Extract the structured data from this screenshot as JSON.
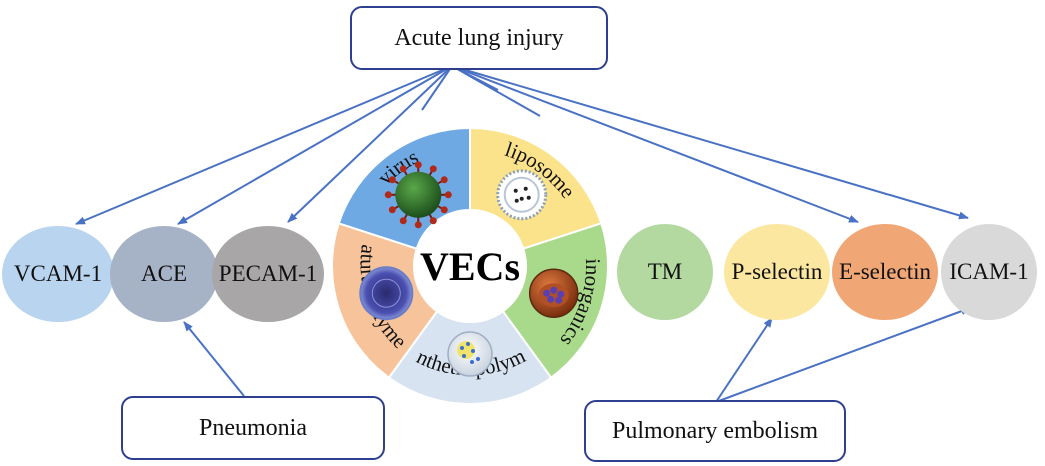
{
  "title_box": {
    "label": "Acute lung injury"
  },
  "bottom_left_box": {
    "label": "Pneumonia"
  },
  "bottom_right_box": {
    "label": "Pulmonary embolism"
  },
  "left_markers": [
    {
      "label": "VCAM-1",
      "color": "#b9d4ee"
    },
    {
      "label": "ACE",
      "color": "#a6b2c6"
    },
    {
      "label": "PECAM-1",
      "color": "#a8a6a6"
    }
  ],
  "right_markers": [
    {
      "label": "TM",
      "color": "#b3d9a1"
    },
    {
      "label": "P-selectin",
      "color": "#fbe7a0"
    },
    {
      "label": "E-selectin",
      "color": "#f0a675"
    },
    {
      "label": "ICAM-1",
      "color": "#d9d9d9"
    }
  ],
  "wheel": {
    "center_label": "VECs",
    "segments": [
      {
        "label": "liposome",
        "color": "#fbe38c",
        "icon": "liposome-icon"
      },
      {
        "label": "inorganics",
        "color": "#a9d98b",
        "icon": "inorganic-nanoparticle-icon"
      },
      {
        "label": "synthetic polymer",
        "color": "#d8e3f1",
        "icon": "synthetic-polymer-icon"
      },
      {
        "label": "natural polymer",
        "color": "#f7c39b",
        "icon": "natural-polymer-icon"
      },
      {
        "label": "virus",
        "color": "#6fa9e4",
        "icon": "virus-icon"
      }
    ]
  },
  "colors": {
    "arrow": "#4a72c4",
    "box_border": "#2e3f8f"
  }
}
